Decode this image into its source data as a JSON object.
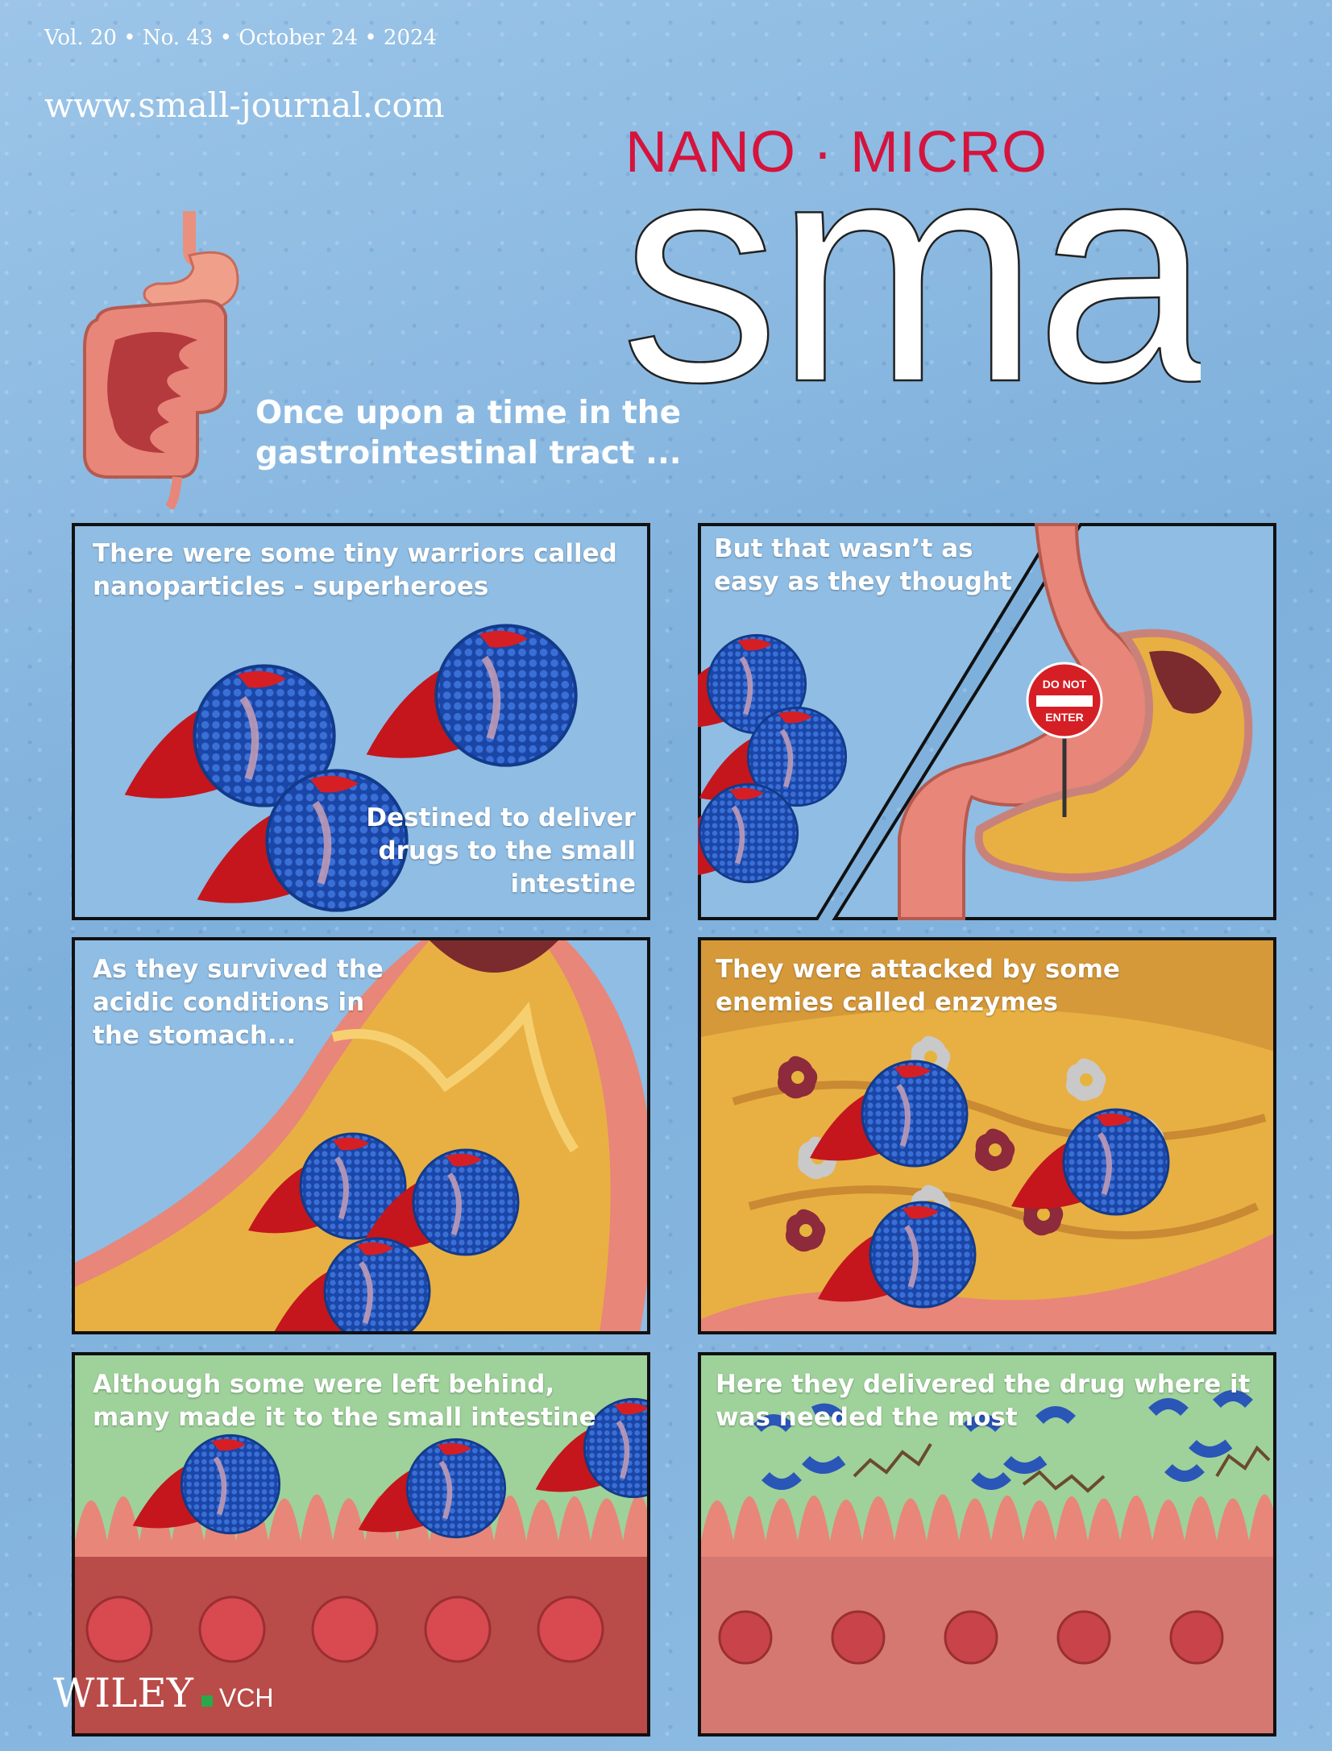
{
  "issue_line": "Vol. 20 • No. 43 • October 24 • 2024",
  "website": "www.small-journal.com",
  "masthead": {
    "kicker": "NANO · MICRO",
    "title": "small"
  },
  "intro": {
    "line1": "Once upon a time in the",
    "line2": "gastrointestinal tract ..."
  },
  "panels": [
    {
      "caption": [
        "There were some tiny warriors called",
        "nanoparticles - superheroes"
      ],
      "caption2": [
        "Destined to deliver",
        "drugs to the small",
        "intestine"
      ]
    },
    {
      "caption": [
        "But that wasn’t as",
        "easy as they thought"
      ],
      "sign": {
        "top": "DO NOT",
        "bottom": "ENTER"
      }
    },
    {
      "caption": [
        "As they survived the",
        "acidic conditions in",
        "the stomach..."
      ]
    },
    {
      "caption": [
        "They were attacked by some",
        "enemies called enzymes"
      ]
    },
    {
      "caption": [
        "Although some were left behind,",
        "many made it to the small intestine"
      ]
    },
    {
      "caption": [
        "Here they delivered the drug where it",
        "was needed the most"
      ]
    }
  ],
  "publisher": {
    "name": "WILEY",
    "imprint": "VCH"
  },
  "colors": {
    "background": "#8bb8de",
    "kicker_red": "#d4143d",
    "particle_blue": "#1f4fb0",
    "cape_red": "#c4161c",
    "intestine_green": "#9ed29a",
    "stomach_yellow": "#e8b043"
  }
}
